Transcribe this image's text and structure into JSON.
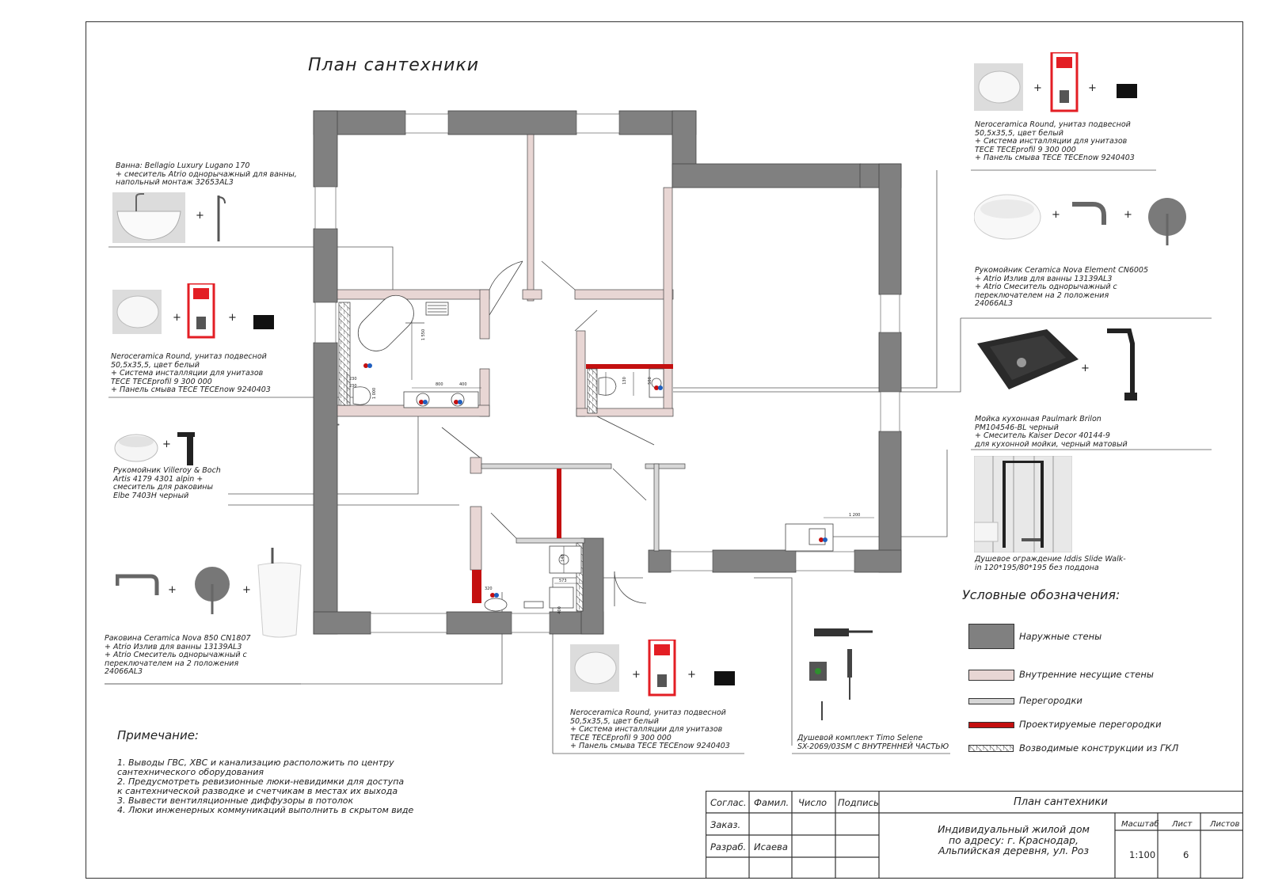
{
  "title": "План сантехники",
  "items": {
    "bath": {
      "caption": "Ванна: Bellagio Luxury Lugano 170\n+ смеситель Atrio однорычажный для ванны,\nнапольный монтаж 32653AL3"
    },
    "toilet_left": {
      "caption": "Neroceramica Round, унитаз подвесной\n50,5x35,5, цвет белый\n+ Система инсталляции для унитазов\nTECE TECEprofil 9 300 000\n+ Панель смыва TECE TECEnow 9240403"
    },
    "washbasin_villeroy": {
      "caption": "Рукомойник Villeroy & Boch\nArtis 4179 4301 alpin +\nсмеситель для раковины\nElbe 7403H черный"
    },
    "basin_nova850": {
      "caption": "Раковина Ceramica Nova 850 CN1807\n+ Atrio Излив для ванны 13139AL3\n+ Atrio Смеситель однорычажный с\nпереключателем на 2 положения\n24066AL3"
    },
    "toilet_bottom": {
      "caption": "Neroceramica Round, унитаз подвесной\n50,5x35,5, цвет белый\n+ Система инсталляции для унитазов\nTECE TECEprofil 9 300 000\n+ Панель смыва TECE TECEnow 9240403"
    },
    "shower_set": {
      "caption": "Душевой комплект Timo Selene\nSX-2069/03SM С ВНУТРЕННЕЙ ЧАСТЬЮ"
    },
    "toilet_right": {
      "caption": "Neroceramica Round, унитаз подвесной\n50,5x35,5, цвет белый\n+ Система инсталляции для унитазов\nTECE TECEprofil 9 300 000\n+ Панель смыва TECE TECEnow 9240403"
    },
    "washbasin_nova_element": {
      "caption": "Рукомойник Ceramica Nova Element CN6005\n+ Atrio Излив для ванны 13139AL3\n+ Atrio Смеситель однорычажный с\nпереключателем на 2 положения\n24066AL3"
    },
    "kitchen_sink": {
      "caption": "Мойка кухонная Paulmark Brilon\nPM104546-BL черный\n+ Смеситель Kaiser Decor 40144-9\nдля кухонной мойки, черный матовый"
    },
    "shower_screen": {
      "caption": "Душевое ограждение Iddis Slide Walk-\nin 120*195/80*195 без поддона"
    }
  },
  "plus_sign": "+",
  "dimensions": {
    "d1": "1 550",
    "d2": "800",
    "d3": "400",
    "d4": "230",
    "d5": "230",
    "d6": "1 000",
    "d7": "1 200",
    "d8": "130",
    "d9": "500",
    "d10": "320",
    "d11": "573",
    "d12": "400",
    "d13": "140"
  },
  "legend": {
    "title": "Условные обозначения:",
    "items": [
      {
        "label": "Наружные стены",
        "color": "#808080"
      },
      {
        "label": "Внутренние несущие стены",
        "color": "#e8d6d4"
      },
      {
        "label": "Перегородки",
        "color": "#d6d6d6"
      },
      {
        "label": "Проектируемые перегородки",
        "color": "#c41010"
      },
      {
        "label": "Возводимые конструкции из ГКЛ",
        "color": "#cccccc"
      }
    ]
  },
  "notes": {
    "title": "Примечание:",
    "lines": [
      "1. Выводы ГВС, ХВС и канализацию расположить по центру\nсантехнического оборудования",
      "2. Предусмотреть ревизионные люки-невидимки для доступа\nк сантехнической разводке и счетчикам в местах их выхода",
      "3. Вывести вентиляционные диффузоры в потолок",
      "4. Люки инженерных коммуникаций выполнить в скрытом виде"
    ]
  },
  "stamp": {
    "headers": [
      "Соглас.",
      "Фамил.",
      "Число",
      "Подпись"
    ],
    "row2": "Заказ.",
    "row3_label": "Разраб.",
    "row3_name": "Исаева",
    "sheet_title": "План сантехники",
    "project": "Индивидуальный жилой дом\nпо адресу: г. Краснодар,\nАльпийская деревня, ул. Роз",
    "scale_label": "Масштаб",
    "sheet_label": "Лист",
    "sheets_label": "Листов",
    "scale_value": "1:100",
    "sheet_value": "6"
  },
  "colors": {
    "outer_wall": "#808080",
    "inner_wall": "#e8d6d4",
    "new_partition": "#c41010",
    "tece_red": "#e31e24"
  }
}
